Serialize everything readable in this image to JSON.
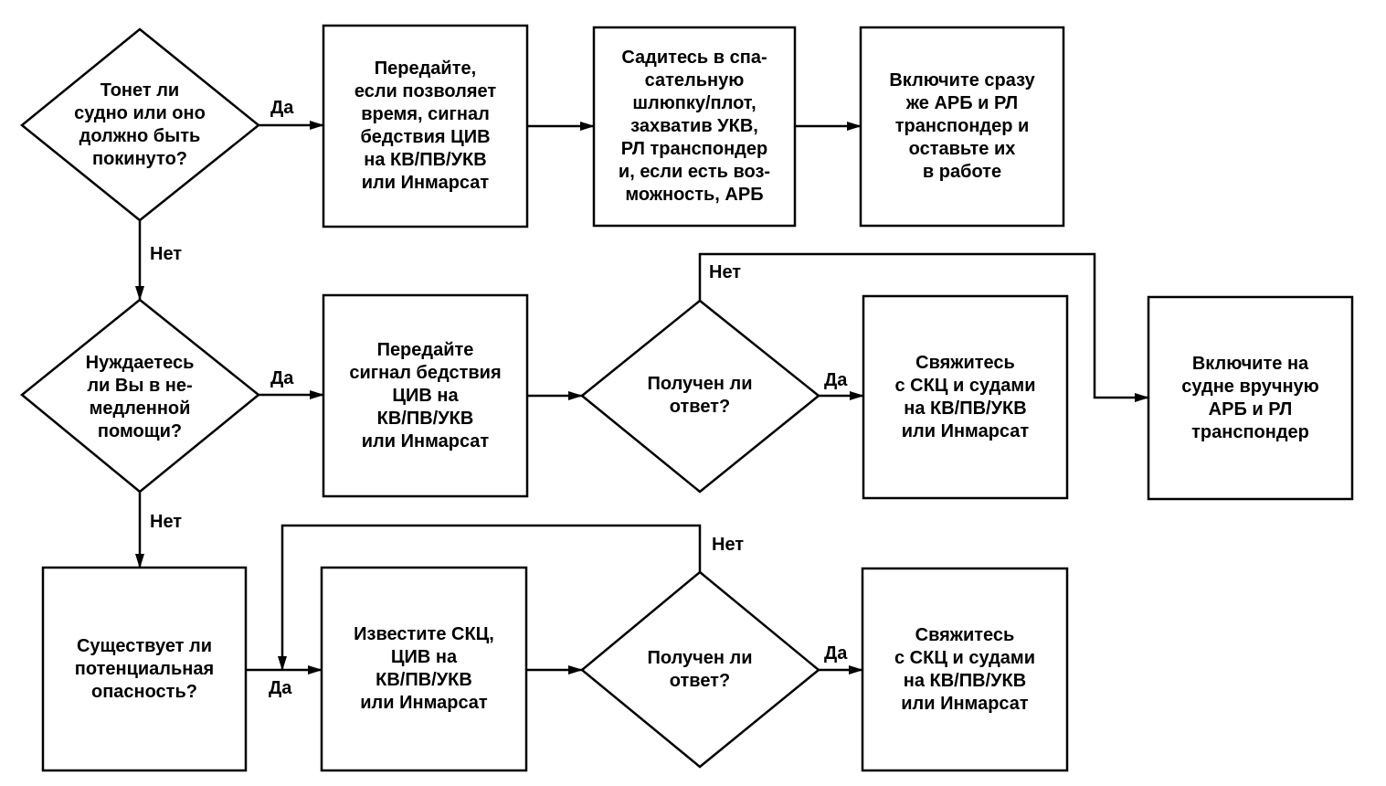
{
  "nodes": {
    "q1": "Тонет ли\nсудно или оно\nдолжно быть\nпокинуто?",
    "b1": "Передайте,\nесли позволяет\nвремя, сигнал\nбедствия ЦИВ\nна КВ/ПВ/УКВ\nили Инмарсат",
    "b2": "Садитесь в спа-\nсательную\nшлюпку/плот,\nзахватив УКВ,\nРЛ транспондер\nи, если есть воз-\nможность, АРБ",
    "b3": "Включите сразу\nже АРБ и РЛ\nтранспондер и\nоставьте их\nв работе",
    "q2": "Нуждаетесь\nли Вы в не-\nмедленной\nпомощи?",
    "b4": "Передайте\nсигнал бедствия\nЦИВ на\nКВ/ПВ/УКВ\nили Инмарсат",
    "q3": "Получен ли\nответ?",
    "b5": "Свяжитесь\nс СКЦ и судами\nна КВ/ПВ/УКВ\nили Инмарсат",
    "b6": "Включите на\nсудне вручную\nАРБ и РЛ\nтранспондер",
    "b7": "Существует ли\nпотенциальная\nопасность?",
    "b8": "Известите СКЦ,\nЦИВ на\nКВ/ПВ/УКВ\nили Инмарсат",
    "q4": "Получен ли\nответ?",
    "b9": "Свяжитесь\nс СКЦ и судами\nна КВ/ПВ/УКВ\nили Инмарсат"
  },
  "edge_labels": {
    "q1_yes": "Да",
    "q1_no": "Нет",
    "q2_yes": "Да",
    "q2_no": "Нет",
    "q3_yes": "Да",
    "q3_no": "Нет",
    "b7_yes": "Да",
    "q4_yes": "Да",
    "q4_no": "Нет"
  }
}
